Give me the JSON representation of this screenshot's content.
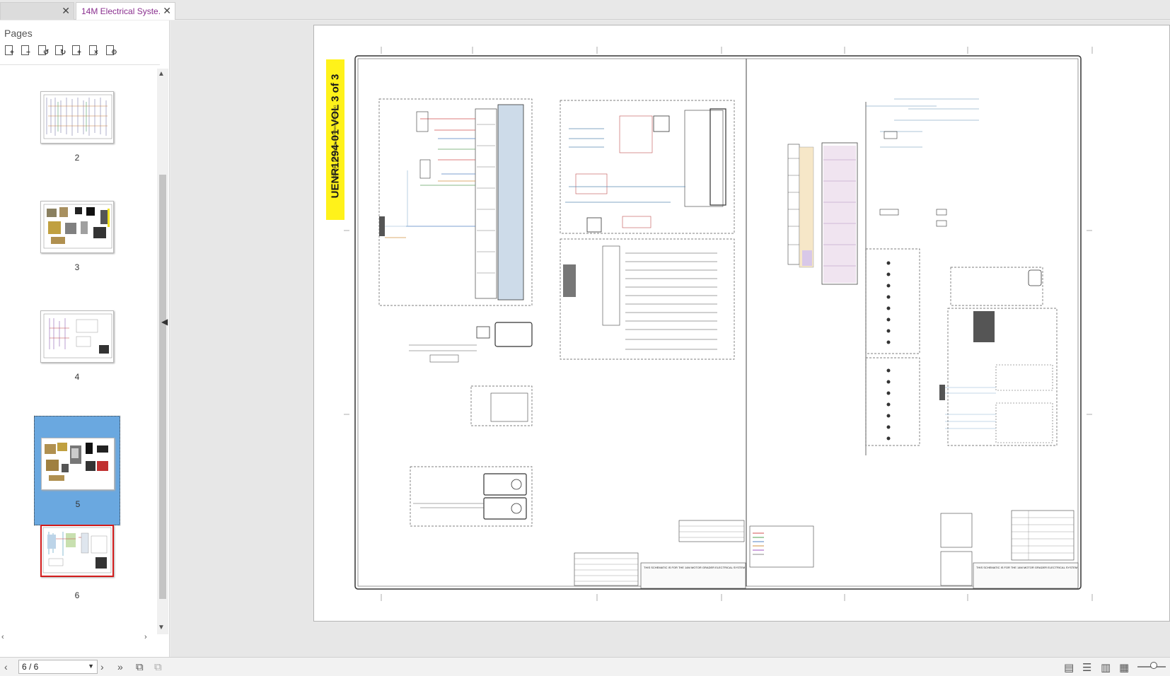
{
  "tabs": [
    {
      "label": "",
      "close": "✕"
    },
    {
      "label": "14M Electrical Syste...",
      "close": "✕"
    }
  ],
  "sidebar": {
    "title": "Pages",
    "thumbnails": [
      {
        "label": "2"
      },
      {
        "label": "3"
      },
      {
        "label": "4"
      },
      {
        "label": "5",
        "selected": true
      },
      {
        "label": "6",
        "current": true
      }
    ]
  },
  "document": {
    "banner_title": "UENR1294-01 VOL 3 of 3",
    "banner_subtitle": "36 Pages, (Dimensions: 48 inches x 35 inches)",
    "title_block_left": "THIS SCHEMATIC IS FOR THE 14M MOTOR GRADER ELECTRICAL SYSTEM",
    "title_block_right": "THIS SCHEMATIC IS FOR THE 14M MOTOR GRADER ELECTRICAL SYSTEM"
  },
  "statusbar": {
    "page_value": "6 / 6"
  }
}
